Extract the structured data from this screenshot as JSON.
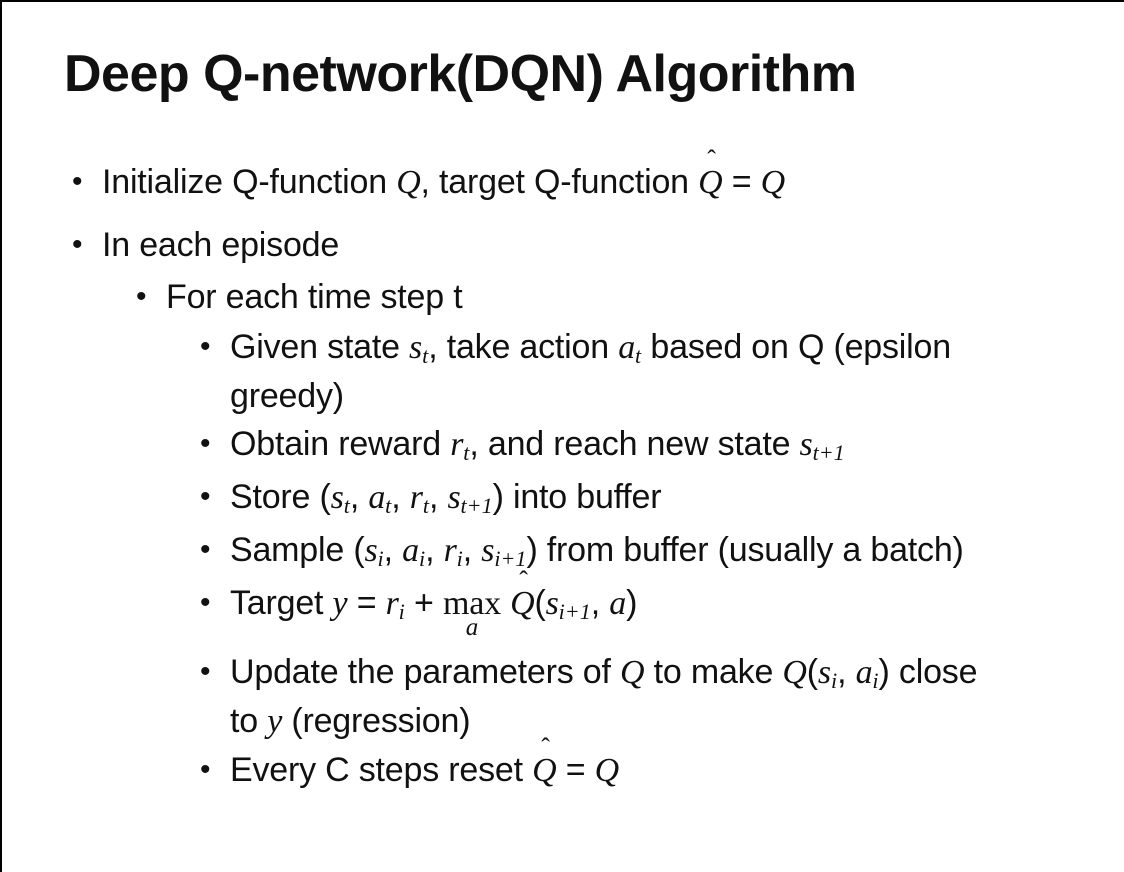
{
  "colors": {
    "background": "#ffffff",
    "text": "#111111",
    "border": "#000000"
  },
  "slide": {
    "title": "Deep Q-network(DQN) Algorithm",
    "bullet_char": "•",
    "bullets": [
      {
        "level": 1,
        "segments": [
          {
            "t": "x",
            "v": "Initialize Q-function "
          },
          {
            "t": "v",
            "v": "Q"
          },
          {
            "t": "x",
            "v": ", target Q-function "
          },
          {
            "t": "h",
            "v": "Q"
          },
          {
            "t": "x",
            "v": " = "
          },
          {
            "t": "v",
            "v": "Q"
          }
        ]
      },
      {
        "level": 1,
        "segments": [
          {
            "t": "x",
            "v": "In each episode"
          }
        ]
      },
      {
        "level": 2,
        "segments": [
          {
            "t": "x",
            "v": "For each time step t"
          }
        ]
      },
      {
        "level": 3,
        "segments": [
          {
            "t": "x",
            "v": "Given state "
          },
          {
            "t": "v",
            "v": "s",
            "sub": "t"
          },
          {
            "t": "x",
            "v": ", take action "
          },
          {
            "t": "v",
            "v": "a",
            "sub": "t"
          },
          {
            "t": "x",
            "v": " based on Q (epsilon"
          },
          {
            "t": "br"
          },
          {
            "t": "x",
            "v": "greedy)"
          }
        ]
      },
      {
        "level": 3,
        "segments": [
          {
            "t": "x",
            "v": "Obtain reward "
          },
          {
            "t": "v",
            "v": "r",
            "sub": "t"
          },
          {
            "t": "x",
            "v": ", and reach new state "
          },
          {
            "t": "v",
            "v": "s",
            "sub": "t+1"
          }
        ]
      },
      {
        "level": 3,
        "segments": [
          {
            "t": "x",
            "v": "Store ("
          },
          {
            "t": "v",
            "v": "s",
            "sub": "t"
          },
          {
            "t": "x",
            "v": ", "
          },
          {
            "t": "v",
            "v": "a",
            "sub": "t"
          },
          {
            "t": "x",
            "v": ", "
          },
          {
            "t": "v",
            "v": "r",
            "sub": "t"
          },
          {
            "t": "x",
            "v": ", "
          },
          {
            "t": "v",
            "v": "s",
            "sub": "t+1"
          },
          {
            "t": "x",
            "v": ") into buffer"
          }
        ]
      },
      {
        "level": 3,
        "segments": [
          {
            "t": "x",
            "v": "Sample ("
          },
          {
            "t": "v",
            "v": "s",
            "sub": "i"
          },
          {
            "t": "x",
            "v": ", "
          },
          {
            "t": "v",
            "v": "a",
            "sub": "i"
          },
          {
            "t": "x",
            "v": ", "
          },
          {
            "t": "v",
            "v": "r",
            "sub": "i"
          },
          {
            "t": "x",
            "v": ", "
          },
          {
            "t": "v",
            "v": "s",
            "sub": "i+1"
          },
          {
            "t": "x",
            "v": ") from buffer (usually a batch)"
          }
        ]
      },
      {
        "level": 3,
        "segments": [
          {
            "t": "x",
            "v": "Target "
          },
          {
            "t": "v",
            "v": "y"
          },
          {
            "t": "x",
            "v": " = "
          },
          {
            "t": "v",
            "v": "r",
            "sub": "i"
          },
          {
            "t": "x",
            "v": " + "
          },
          {
            "t": "m",
            "v": "max",
            "under": "a"
          },
          {
            "t": "x",
            "v": " "
          },
          {
            "t": "h",
            "v": "Q"
          },
          {
            "t": "x",
            "v": "("
          },
          {
            "t": "v",
            "v": "s",
            "sub": "i+1"
          },
          {
            "t": "x",
            "v": ", "
          },
          {
            "t": "v",
            "v": "a"
          },
          {
            "t": "x",
            "v": ")"
          }
        ]
      },
      {
        "level": 3,
        "segments": [
          {
            "t": "x",
            "v": "Update the parameters of "
          },
          {
            "t": "v",
            "v": "Q"
          },
          {
            "t": "x",
            "v": " to make "
          },
          {
            "t": "v",
            "v": "Q"
          },
          {
            "t": "x",
            "v": "("
          },
          {
            "t": "v",
            "v": "s",
            "sub": "i"
          },
          {
            "t": "x",
            "v": ", "
          },
          {
            "t": "v",
            "v": "a",
            "sub": "i"
          },
          {
            "t": "x",
            "v": ") close"
          },
          {
            "t": "br"
          },
          {
            "t": "x",
            "v": "to "
          },
          {
            "t": "v",
            "v": "y"
          },
          {
            "t": "x",
            "v": " (regression)"
          }
        ]
      },
      {
        "level": 3,
        "segments": [
          {
            "t": "x",
            "v": "Every C steps reset "
          },
          {
            "t": "h",
            "v": "Q"
          },
          {
            "t": "x",
            "v": " = "
          },
          {
            "t": "v",
            "v": "Q"
          }
        ]
      }
    ]
  }
}
